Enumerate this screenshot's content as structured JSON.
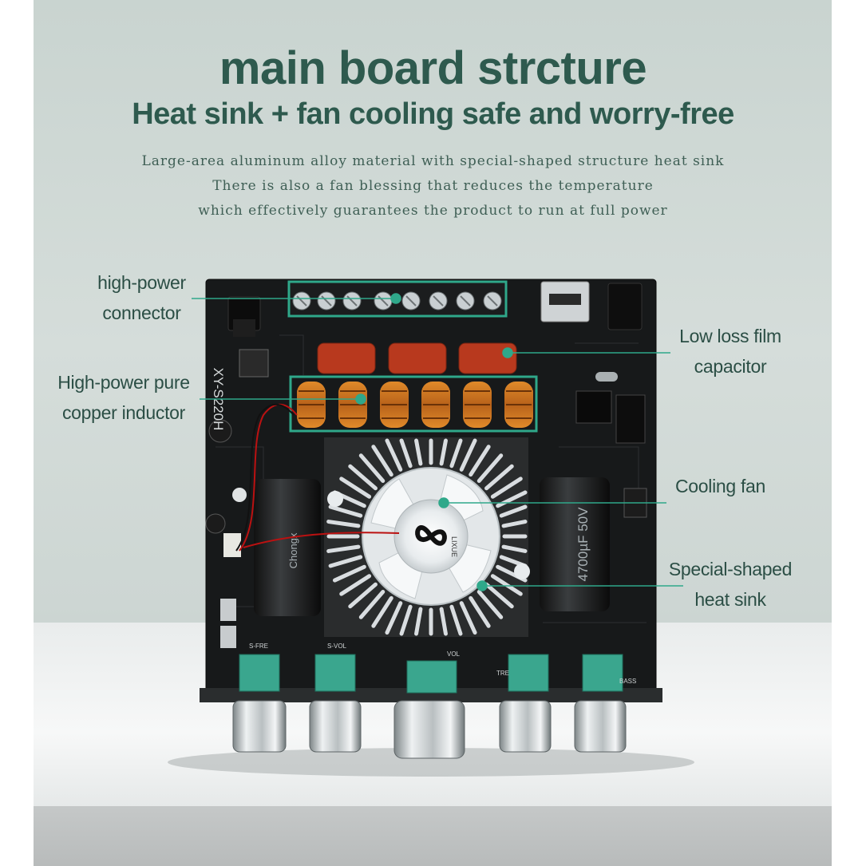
{
  "heading": {
    "title": "main board strcture",
    "subtitle": "Heat sink + fan cooling  safe and worry-free"
  },
  "description": [
    "Large-area aluminum alloy material with special-shaped structure heat sink",
    "There is also a fan blessing that reduces the temperature",
    "which effectively guarantees the product to run at full power"
  ],
  "callouts": {
    "connector": [
      "high-power",
      "connector"
    ],
    "inductor": [
      "High-power pure",
      "copper inductor"
    ],
    "capacitor": [
      "Low loss film",
      "capacitor"
    ],
    "fan": [
      "Cooling fan"
    ],
    "heatsink": [
      "Special-shaped",
      "heat sink"
    ]
  },
  "board": {
    "model": "XY-S220H",
    "fan_brand": "LIXUE",
    "cap_label": "4700µF  50V",
    "cap_brand": "Chongx",
    "knobs": [
      "S-FRE",
      "S-VOL",
      "VOL",
      "TRE",
      "BASS"
    ]
  },
  "colors": {
    "accent": "#2fa88a",
    "text": "#2e5a4e",
    "board": "#161818"
  }
}
